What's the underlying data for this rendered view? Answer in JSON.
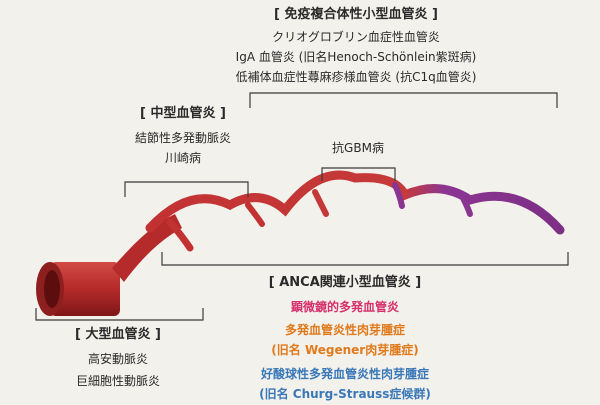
{
  "diagram": {
    "colors": {
      "large": "#b62a2a",
      "medium": "#c1302f",
      "small_red": "#c43535",
      "purple": "#8a3590",
      "bracket": "#3b3b3b",
      "pink_text": "#d6316d",
      "orange_text": "#e07a1c",
      "blue_text": "#3a78b8"
    },
    "small_vessel_immune": {
      "title": "[ 免疫複合体性小型血管炎 ]",
      "items": [
        "クリオグロブリン血症性血管炎",
        "IgA 血管炎 (旧名Henoch-Schönlein紫斑病)",
        "低補体血症性蕁麻疹様血管炎 (抗C1q血管炎)"
      ]
    },
    "medium_vessel": {
      "title": "[ 中型血管炎 ]",
      "items": [
        "結節性多発動脈炎",
        "川崎病"
      ]
    },
    "anti_gbm": {
      "label": "抗GBM病"
    },
    "anca": {
      "title": "[ ANCA関連小型血管炎 ]",
      "mpa": "顕微鏡的多発血管炎",
      "gpa": "多発血管炎性肉芽腫症",
      "gpa_old": "(旧名 Wegener肉芽腫症)",
      "egpa": "好酸球性多発血管炎性肉芽腫症",
      "egpa_old": "(旧名 Churg-Strauss症候群)"
    },
    "large_vessel": {
      "title": "[ 大型血管炎 ]",
      "items": [
        "高安動脈炎",
        "巨細胞性動脈炎"
      ]
    }
  }
}
